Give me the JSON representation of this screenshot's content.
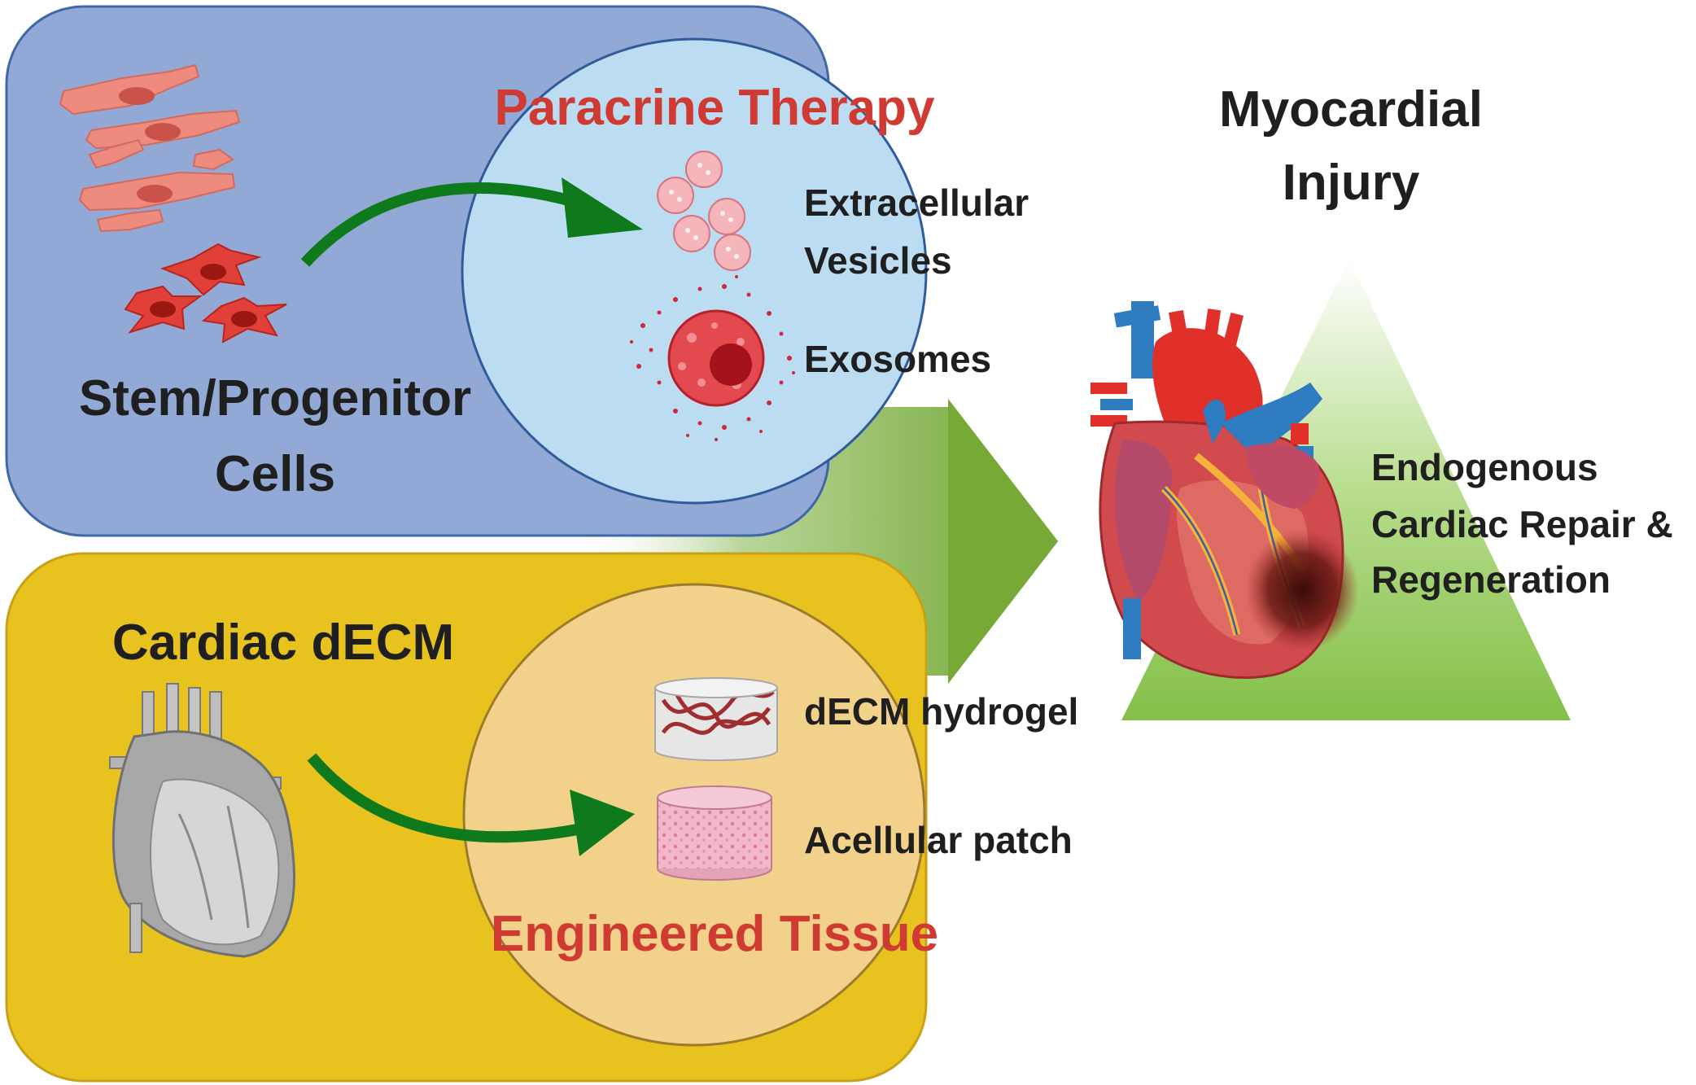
{
  "labels": {
    "paracrine_therapy": "Paracrine Therapy",
    "extracellular_vesicles_line1": "Extracellular",
    "extracellular_vesicles_line2": "Vesicles",
    "exosomes": "Exosomes",
    "stem_cells_line1": "Stem/Progenitor",
    "stem_cells_line2": "Cells",
    "cardiac_decm": "Cardiac dECM",
    "decm_hydrogel": "dECM hydrogel",
    "acellular_patch": "Acellular patch",
    "engineered_tissue": "Engineered Tissue",
    "myocardial_injury_line1": "Myocardial",
    "myocardial_injury_line2": "Injury",
    "repair_line1": "Endogenous",
    "repair_line2": "Cardiac Repair &",
    "repair_line3": "Regeneration"
  },
  "colors": {
    "stem_box": "#93a9d5",
    "stem_box_border": "#3f68a8",
    "paracrine_circle": "#bcdcf2",
    "decm_box": "#e8c21e",
    "decm_box_border": "#c9a118",
    "engineered_circle": "#f2d28a",
    "accent_red": "#cf3a33",
    "arrow_green": "#0e7a1c",
    "big_arrow_green": "#7aad3a",
    "triangle_green": "#8fc552",
    "text_dark": "#1f1f1f"
  },
  "icons": {
    "cardiomyocytes": "cardiomyocyte-icon",
    "stem_cells": "stem-cell-icon",
    "vesicles": "vesicle-icon",
    "exosome": "exosome-icon",
    "grey_heart": "decellularized-heart-icon",
    "hydrogel": "hydrogel-icon",
    "patch": "acellular-patch-icon",
    "injured_heart": "injured-heart-icon"
  }
}
